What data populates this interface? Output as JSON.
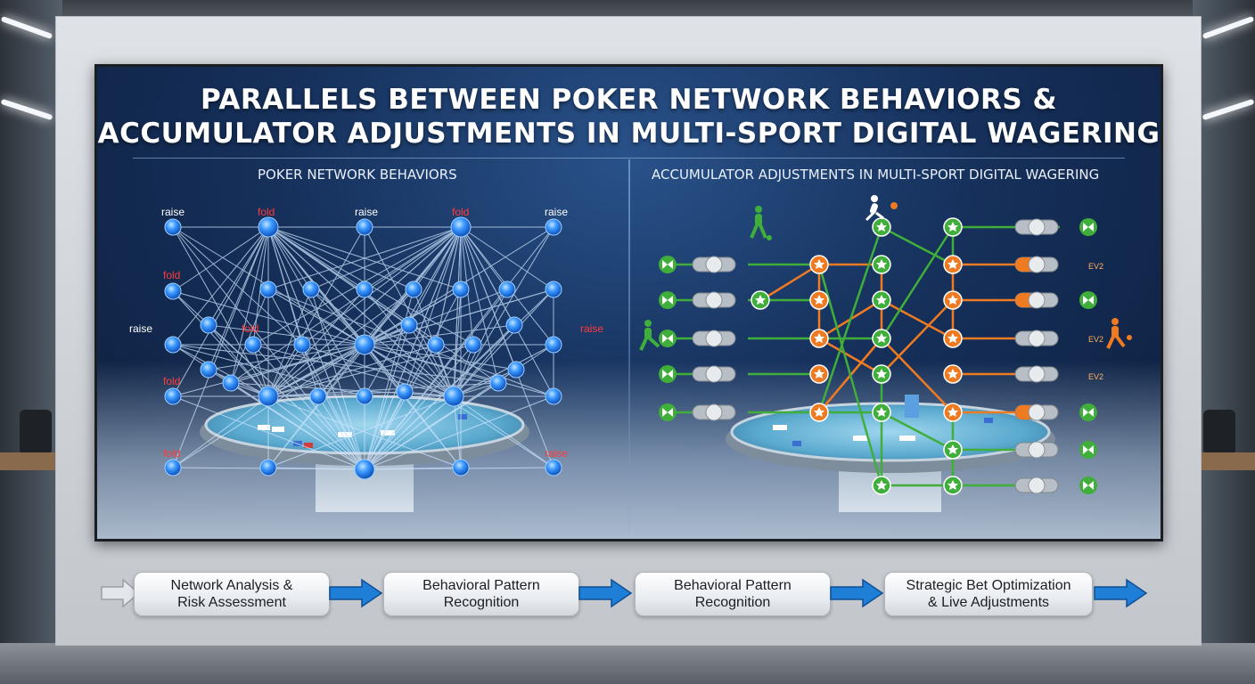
{
  "title_line1": "PARALLELS BETWEEN POKER NETWORK BEHAVIORS &",
  "title_line2": "ACCUMULATOR ADJUSTMENTS IN MULTI-SPORT DIGITAL WAGERING",
  "left_panel": {
    "heading": "POKER NETWORK BEHAVIORS",
    "labels": [
      {
        "text": "raise",
        "color": "#ffffff"
      },
      {
        "text": "fold",
        "color": "#ff3b3b"
      },
      {
        "text": "raise",
        "color": "#ffffff"
      },
      {
        "text": "fold",
        "color": "#ff3b3b"
      },
      {
        "text": "raise",
        "color": "#ffffff"
      },
      {
        "text": "fold",
        "color": "#ff3b3b"
      },
      {
        "text": "raise",
        "color": "#ffffff"
      },
      {
        "text": "fold",
        "color": "#ff3b3b"
      },
      {
        "text": "raise",
        "color": "#ff3b3b"
      },
      {
        "text": "fold",
        "color": "#ff3b3b"
      },
      {
        "text": "fold",
        "color": "#ff3b3b"
      },
      {
        "text": "raise",
        "color": "#ff3b3b"
      }
    ]
  },
  "right_panel": {
    "heading": "ACCUMULATOR ADJUSTMENTS IN MULTI-SPORT DIGITAL WAGERING",
    "odds_tags": [
      "EV2",
      "EV2",
      "EV2"
    ]
  },
  "flow": {
    "steps": [
      "Network Analysis &\nRisk Assessment",
      "Behavioral Pattern\nRecognition",
      "Behavioral Pattern\nRecognition",
      "Strategic Bet Optimization\n& Live Adjustments"
    ]
  },
  "colors": {
    "node_blue": "#2f8dff",
    "green": "#3fae3a",
    "orange": "#ee7a22",
    "arrow_blue": "#1f7fd6"
  },
  "icons": [
    "soccer-player-icon",
    "runner-icon",
    "kicker-icon",
    "tennis-player-icon",
    "star-node-icon",
    "ball-node-icon",
    "toggle-switch-icon",
    "bowtie-icon"
  ]
}
